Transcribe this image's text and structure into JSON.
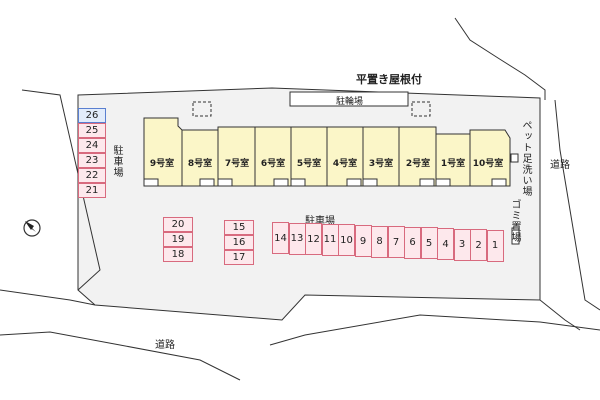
{
  "map": {
    "labels": {
      "roof_parking": "平置き屋根付",
      "bicycle_parking": "駐輪場",
      "parking_left": "駐車場",
      "parking_center": "駐車場",
      "pet_wash": "ペット足洗い場",
      "garbage": "ゴミ置場",
      "road_bottom": "道路",
      "road_right": "道路"
    },
    "rooms": [
      "9号室",
      "8号室",
      "7号室",
      "6号室",
      "5号室",
      "4号室",
      "3号室",
      "2号室",
      "1号室",
      "10号室"
    ],
    "stalls_left_column": [
      {
        "number": "26",
        "type": "roofed"
      },
      {
        "number": "25",
        "type": "normal"
      },
      {
        "number": "24",
        "type": "normal"
      },
      {
        "number": "23",
        "type": "normal"
      },
      {
        "number": "22",
        "type": "normal"
      },
      {
        "number": "21",
        "type": "normal"
      }
    ],
    "stalls_group_a": [
      "20",
      "19",
      "18"
    ],
    "stalls_group_b": [
      "15",
      "16",
      "17"
    ],
    "stalls_row": [
      "14",
      "13",
      "12",
      "11",
      "10",
      "9",
      "8",
      "7",
      "6",
      "5",
      "4",
      "3",
      "2",
      "1"
    ],
    "colors": {
      "ground": "#f2f2f2",
      "building": "#fbf6c8",
      "stall_border": "#d86a7e",
      "stall_fill": "#fde8ec",
      "roofed_stall_border": "#5a7fd0"
    },
    "icons": {
      "compass": "north-arrow-icon"
    }
  }
}
